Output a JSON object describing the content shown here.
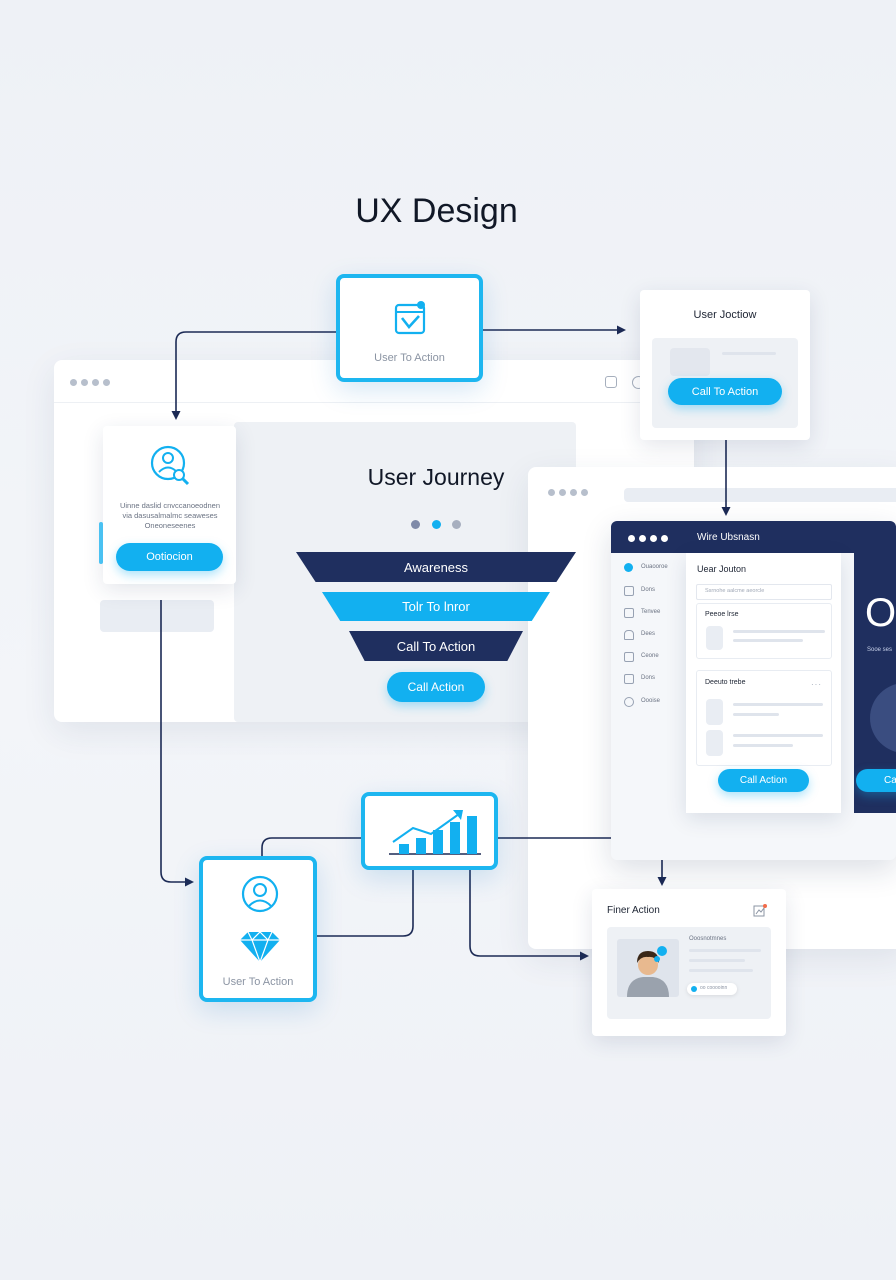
{
  "diagram": {
    "title": "UX Design",
    "journey": {
      "heading": "User Journey",
      "steps": [
        "Awareness",
        "Tolr To lnror",
        "Call To Action"
      ],
      "button": "Call Action"
    },
    "top_card": {
      "label": "User To Action",
      "icon": "checkbox-icon"
    },
    "right_top_card": {
      "title": "User Joctiow",
      "button": "Call To Action"
    },
    "left_card": {
      "text": "Uinne daslid cnvccanoeodnen via dasusalmalmc seaweses Oneoneseenes",
      "button": "Ootiocion",
      "icon": "user-search-icon"
    },
    "dashboard": {
      "header": "Wire Ubsnasn",
      "sidebar": [
        "Ouaooroe",
        "Dons",
        "Tenvee",
        "Dees",
        "Ceone",
        "Dons",
        "Oooise"
      ],
      "inner_title": "Uear Jouton",
      "search_placeholder": "Ssrnohe aalcme aeorcle",
      "section1": "Peeoe lrse",
      "section2": "Deeuto trebe",
      "button": "Call Action",
      "big_text": "O",
      "blue_text": "Sooe ses",
      "blue_button": "Ca"
    },
    "chart_card": {
      "icon": "growth-chart-icon"
    },
    "bottom_card": {
      "label": "User To Action",
      "icons": [
        "user-circle-icon",
        "diamond-icon"
      ]
    },
    "final_card": {
      "title": "Finer Action",
      "name": "Ooosnotmnes",
      "chip": "oo cooooinn"
    },
    "colors": {
      "accent": "#12b0f0",
      "navy": "#1f2f5f",
      "arrow": "#1c2a55"
    }
  }
}
